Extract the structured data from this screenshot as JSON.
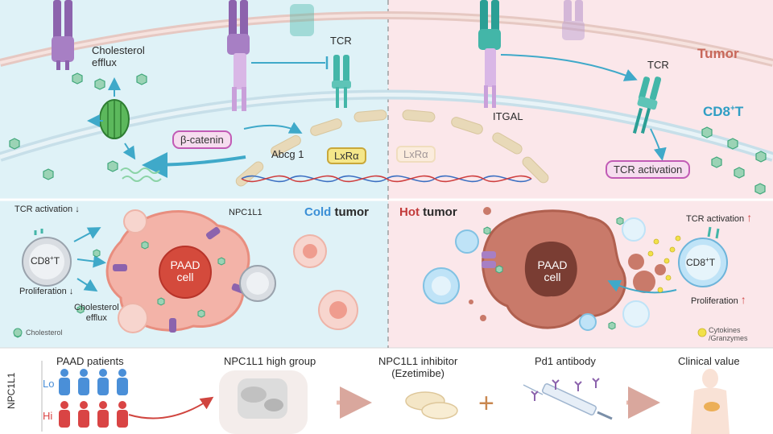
{
  "top": {
    "cholesterol_efflux": "Cholesterol\nefflux",
    "tcr_left": "TCR",
    "beta_catenin": "β-catenin",
    "abcg1": "Abcg 1",
    "lxra": "LxRα",
    "lxra_faded": "LxRα",
    "itgal": "ITGAL",
    "tcr_right": "TCR",
    "tumor": "Tumor",
    "cd8t_main": "CD8",
    "cd8t_sup": "+",
    "cd8t_tail": "T",
    "tcr_activation_box": "TCR activation"
  },
  "middle": {
    "tcr_activation_left": "TCR activation",
    "down_arrow": "↓",
    "npc1l1": "NPC1L1",
    "cold_word": "Cold",
    "tumor_word": "tumor",
    "hot_word": "Hot",
    "cd8_main": "CD8",
    "cd8_sup": "+",
    "cd8_tail": "T",
    "proliferation_left": "Proliferation",
    "cholesterol_efflux_left": "Cholesterol\nefflux",
    "cholesterol_legend": "Cholesterol",
    "paad_cell_left": "PAAD\ncell",
    "paad_cell_right": "PAAD\ncell",
    "tcr_activation_right": "TCR activation",
    "up_arrow": "↑",
    "proliferation_right": "Proliferation",
    "cytokines_legend": "Cytokines\n/Granzymes"
  },
  "bottom": {
    "npc1l1_axis": "NPC1L1",
    "lo": "Lo",
    "hi": "Hi",
    "paad_patients": "PAAD patients",
    "npc1l1_high_group": "NPC1L1 high group",
    "inhibitor": "NPC1L1 inhibitor\n(Ezetimibe)",
    "plus": "+",
    "pd1_antibody": "Pd1 antibody",
    "clinical_value": "Clinical value"
  },
  "colors": {
    "cold_bg": "#dff2f7",
    "hot_bg": "#fbe7ea",
    "membrane": "#e7c7c0",
    "receptor_purple": "#a77fc4",
    "receptor_teal": "#43b6a8",
    "paad_cell": "#e98c7b",
    "cd8_cell": "#bcdff3",
    "patient_blue": "#4a8fd8",
    "patient_red": "#d94444",
    "cholesterol": "#3fa77a"
  }
}
